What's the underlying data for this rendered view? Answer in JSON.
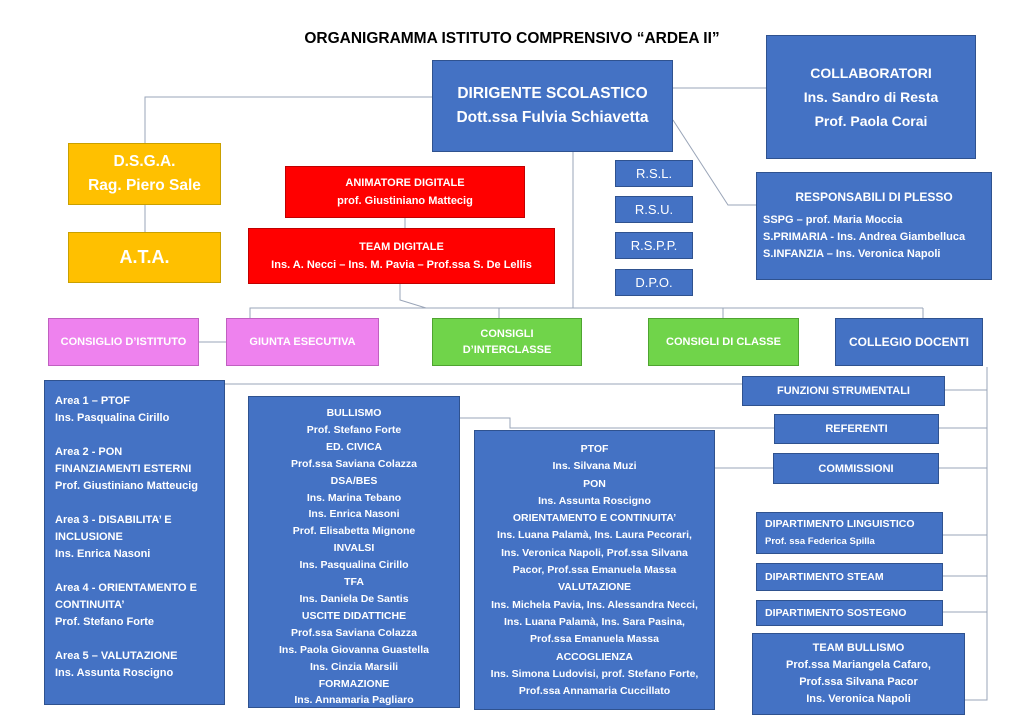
{
  "title": "ORGANIGRAMMA ISTITUTO COMPRENSIVO “ARDEA II”",
  "dirigente": {
    "role": "DIRIGENTE SCOLASTICO",
    "name": "Dott.ssa Fulvia Schiavetta"
  },
  "collaboratori": {
    "role": "COLLABORATORI",
    "members": [
      "Ins. Sandro di Resta",
      "Prof. Paola Corai"
    ]
  },
  "dsga": {
    "role": "D.S.G.A.",
    "name": "Rag. Piero Sale"
  },
  "ata": {
    "label": "A.T.A."
  },
  "animatore": {
    "role": "ANIMATORE DIGITALE",
    "name": "prof. Giustiniano Mattecig"
  },
  "team_digitale": {
    "role": "TEAM DIGITALE",
    "members": "Ins. A. Necci – Ins. M. Pavia – Prof.ssa S. De Lellis"
  },
  "safety": [
    "R.S.L.",
    "R.S.U.",
    "R.S.P.P.",
    "D.P.O."
  ],
  "plesso": {
    "role": "RESPONSABILI DI PLESSO",
    "lines": [
      "SSPG –  prof. Maria Moccia",
      "S.PRIMARIA - Ins. Andrea Giambelluca",
      "S.INFANZIA – Ins. Veronica Napoli"
    ]
  },
  "councils": {
    "istituto": "CONSIGLIO D’ISTITUTO",
    "giunta": "GIUNTA ESECUTIVA",
    "interclasse_1": "CONSIGLI",
    "interclasse_2": "D’INTERCLASSE",
    "classe": "CONSIGLI DI CLASSE",
    "collegio": "COLLEGIO DOCENTI"
  },
  "areas": [
    {
      "title": "Area 1 – PTOF",
      "lines": [
        "Ins. Pasqualina Cirillo"
      ]
    },
    {
      "title": "Area 2 - PON",
      "lines": [
        "FINANZIAMENTI ESTERNI",
        "Prof. Giustiniano Matteucig"
      ]
    },
    {
      "title": "Area 3 -  DISABILITA’ E",
      "lines": [
        "INCLUSIONE",
        "Ins. Enrica Nasoni"
      ]
    },
    {
      "title": "Area 4 - ORIENTAMENTO E",
      "lines": [
        "CONTINUITA’",
        "Prof. Stefano Forte"
      ]
    },
    {
      "title": "Area 5 – VALUTAZIONE",
      "lines": [
        "Ins. Assunta Roscigno"
      ]
    }
  ],
  "referenti_list": [
    "BULLISMO",
    "Prof. Stefano Forte",
    "ED. CIVICA",
    "Prof.ssa Saviana Colazza",
    "DSA/BES",
    "Ins. Marina Tebano",
    "Ins. Enrica Nasoni",
    "Prof. Elisabetta Mignone",
    "INVALSI",
    "Ins. Pasqualina Cirillo",
    "TFA",
    "Ins.  Daniela De Santis",
    "USCITE DIDATTICHE",
    "Prof.ssa Saviana Colazza",
    "Ins. Paola Giovanna Guastella",
    "Ins. Cinzia Marsili",
    "FORMAZIONE",
    "Ins. Annamaria Pagliaro"
  ],
  "commissioni_list": [
    "PTOF",
    "Ins. Silvana Muzi",
    "PON",
    "Ins. Assunta Roscigno",
    "ORIENTAMENTO E CONTINUITA’",
    "Ins. Luana Palamà, Ins. Laura Pecorari,",
    "Ins. Veronica Napoli, Prof.ssa Silvana",
    "Pacor, Prof.ssa Emanuela Massa",
    "VALUTAZIONE",
    "Ins. Michela Pavia, Ins. Alessandra Necci,",
    "Ins. Luana Palamà, Ins. Sara Pasina,",
    "Prof.ssa Emanuela Massa",
    "ACCOGLIENZA",
    "Ins. Simona Ludovisi, prof. Stefano Forte,",
    "Prof.ssa Annamaria Cuccillato"
  ],
  "right_labels": {
    "funzioni": "FUNZIONI STRUMENTALI",
    "referenti": "REFERENTI",
    "commissioni": "COMMISSIONI"
  },
  "dipartimenti": {
    "linguistico": "DIPARTIMENTO LINGUISTICO",
    "linguistico_ref": "Prof. ssa Federica Spilla",
    "steam": "DIPARTIMENTO STEAM",
    "sostegno": "DIPARTIMENTO SOSTEGNO"
  },
  "team_bullismo": {
    "role": "TEAM BULLISMO",
    "members": [
      "Prof.ssa Mariangela Cafaro,",
      "Prof.ssa Silvana Pacor",
      "Ins. Veronica Napoli"
    ]
  },
  "colors": {
    "blue": "#4472c4",
    "yellow": "#ffc000",
    "red": "#ff0000",
    "pink": "#ee82ee",
    "green": "#70d44a"
  }
}
